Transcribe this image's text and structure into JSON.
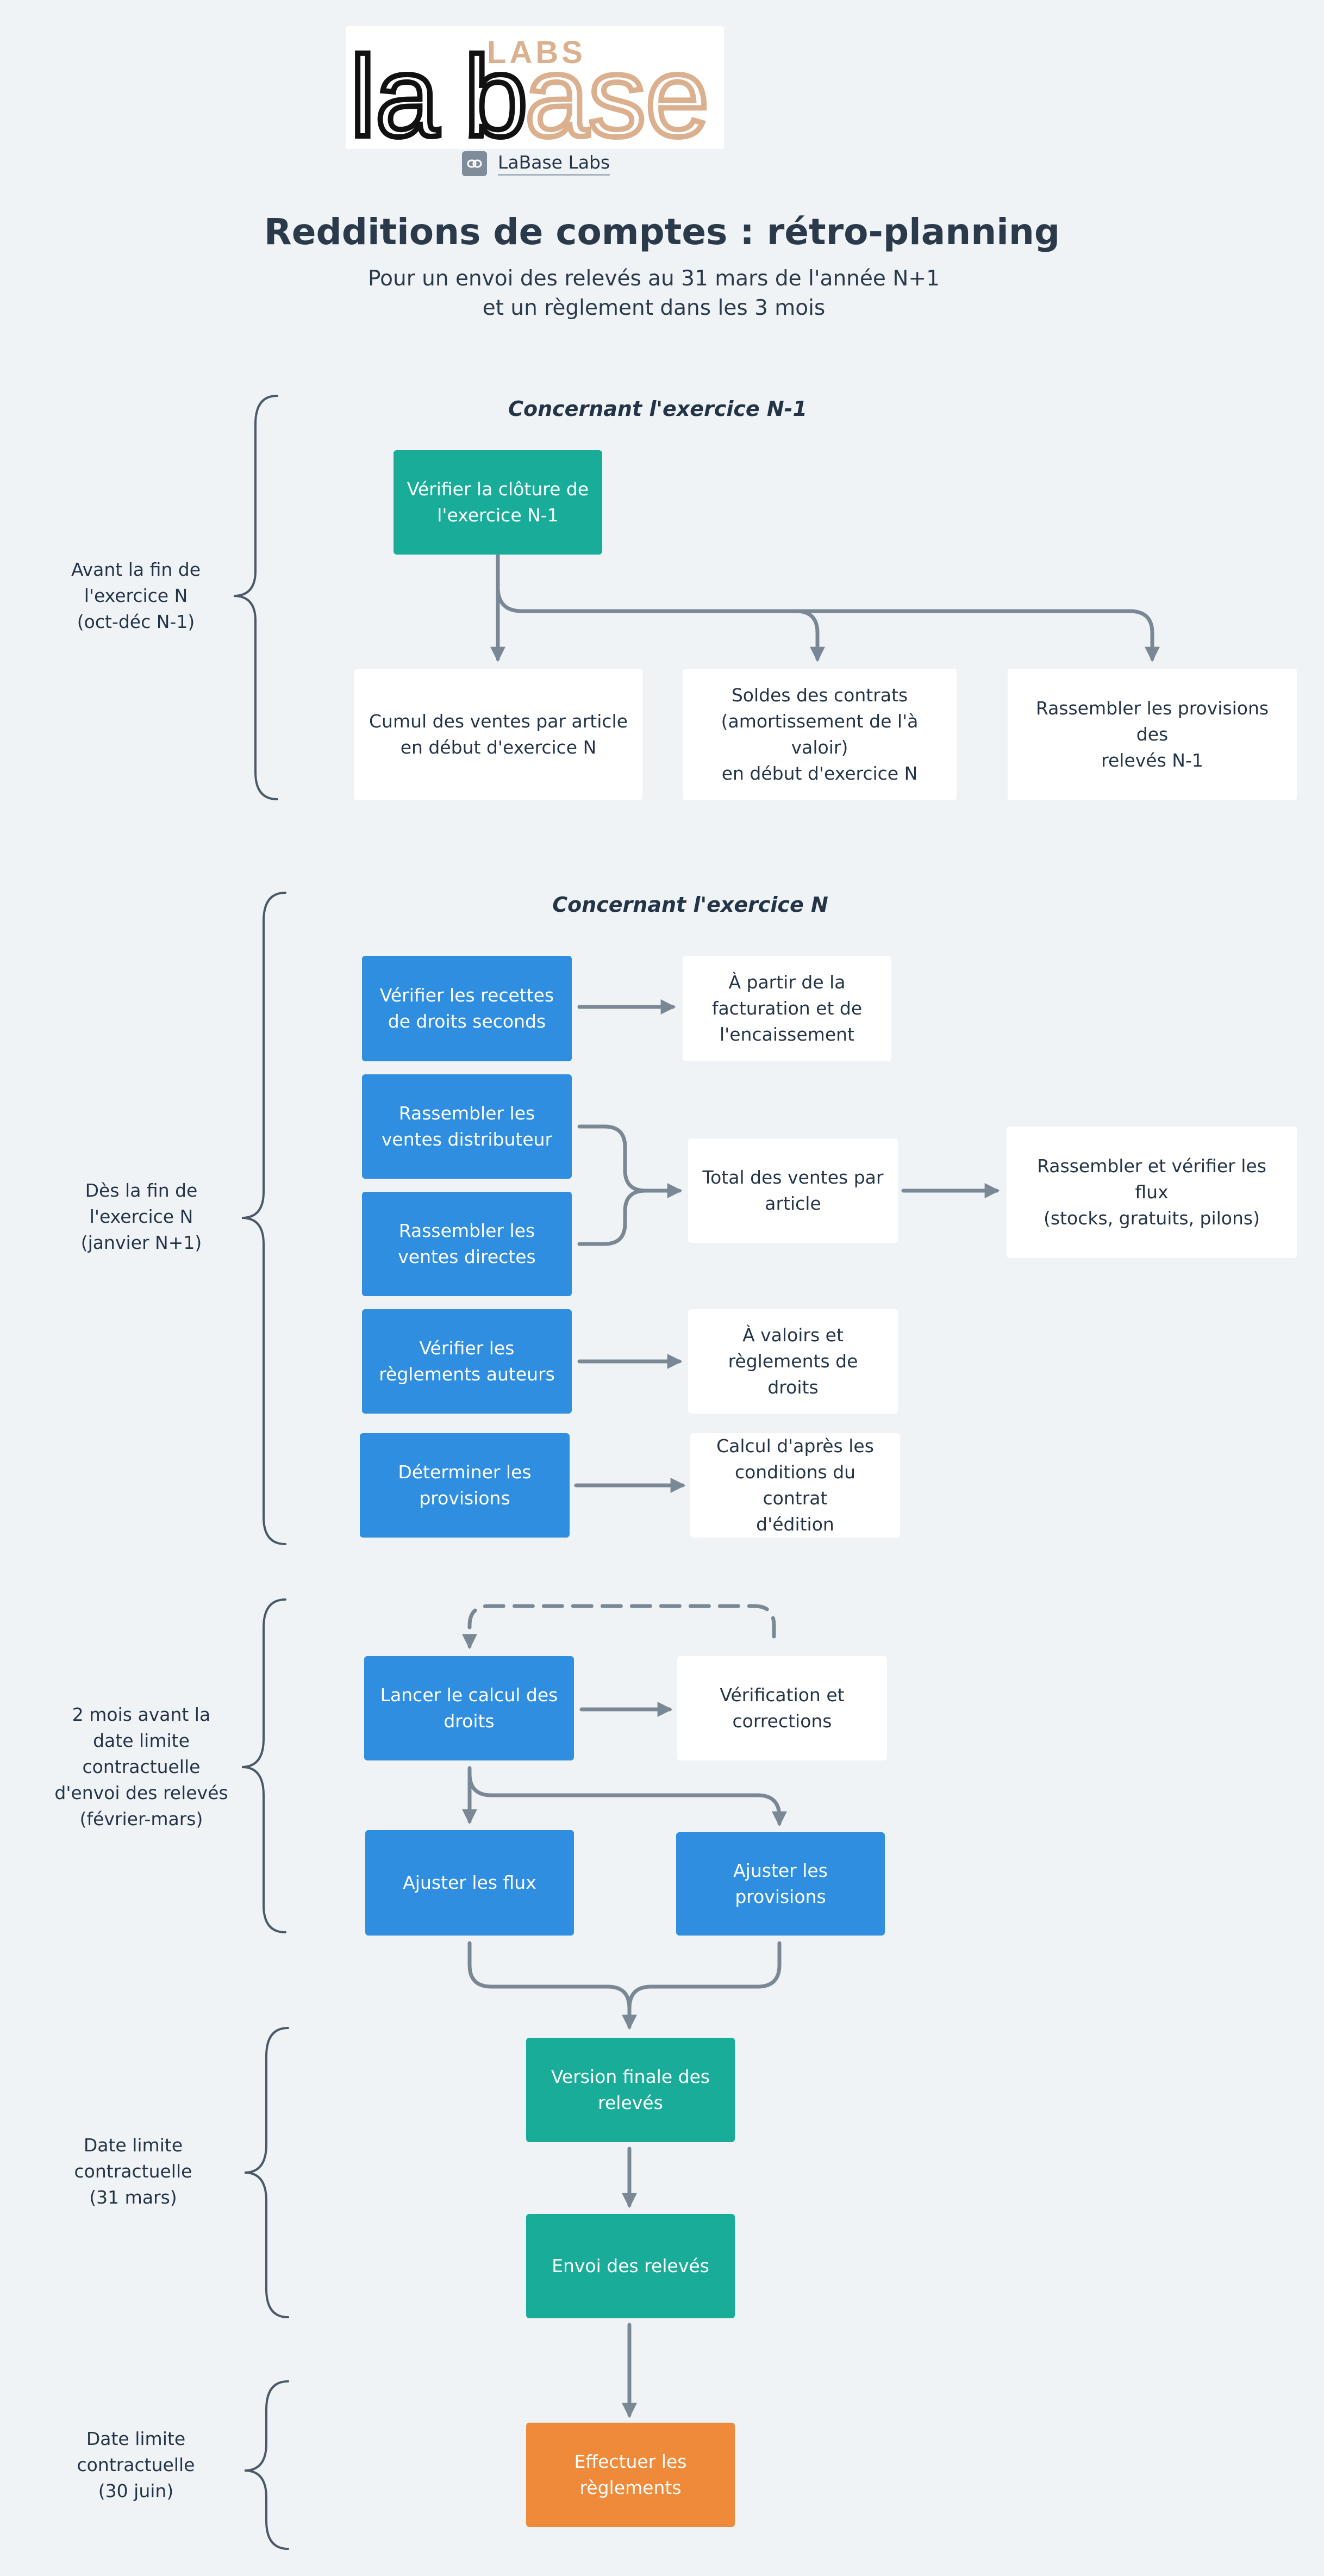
{
  "logo": {
    "labs_word": "LABS",
    "la_word": "la",
    "b_letter": "b",
    "ase_word": "ase",
    "link_icon": "link-icon",
    "link_text": "LaBase Labs"
  },
  "title": "Redditions de comptes : rétro-planning",
  "subtitle": [
    "Pour un envoi des relevés au 31 mars de l'année N+1",
    "et un règlement dans les 3 mois"
  ],
  "colors": {
    "teal": "#19ad99",
    "blue": "#2f8ee0",
    "orange": "#ee8a3a",
    "connector": "#7a8896",
    "logo_tan": "#dbb08f"
  },
  "phases": [
    {
      "label": [
        "Avant la fin de",
        "l'exercice N",
        "(oct-déc N-1)"
      ]
    },
    {
      "label": [
        "Dès la fin de",
        "l'exercice N",
        "(janvier N+1)"
      ]
    },
    {
      "label": [
        "2 mois avant la",
        "date limite",
        "contractuelle",
        "d'envoi des relevés",
        "(février-mars)"
      ]
    },
    {
      "label": [
        "Date limite",
        "contractuelle",
        "(31 mars)"
      ]
    },
    {
      "label": [
        "Date limite",
        "contractuelle",
        "(30 juin)"
      ]
    }
  ],
  "sections": {
    "n_minus_1": "Concernant l'exercice N-1",
    "n": "Concernant l'exercice N"
  },
  "boxes": {
    "verifier_cloture": [
      "Vérifier la clôture de",
      "l'exercice N-1"
    ],
    "cumul_ventes": [
      "Cumul des ventes par article",
      "en début d'exercice N"
    ],
    "soldes_contrats": [
      "Soldes des contrats",
      "(amortissement de l'à valoir)",
      "en début d'exercice N"
    ],
    "rassembler_provisions_n1": [
      "Rassembler les provisions des",
      "relevés N-1"
    ],
    "verifier_recettes": [
      "Vérifier les recettes",
      "de droits seconds"
    ],
    "a_partir_facturation": [
      "À partir de la",
      "facturation et de",
      "l'encaissement"
    ],
    "rassembler_ventes_distributeur": [
      "Rassembler les",
      "ventes distributeur"
    ],
    "rassembler_ventes_directes": [
      "Rassembler les",
      "ventes directes"
    ],
    "total_ventes": [
      "Total des ventes par",
      "article"
    ],
    "rassembler_flux": [
      "Rassembler et vérifier les flux",
      "(stocks, gratuits, pilons)"
    ],
    "verifier_reglements": [
      "Vérifier les",
      "règlements auteurs"
    ],
    "a_valoirs": [
      "À valoirs et",
      "règlements de droits"
    ],
    "determiner_provisions": [
      "Déterminer les",
      "provisions"
    ],
    "calcul_conditions": [
      "Calcul d'après les",
      "conditions du contrat",
      "d'édition"
    ],
    "lancer_calcul": [
      "Lancer le calcul des",
      "droits"
    ],
    "verification_corrections": [
      "Vérification et",
      "corrections"
    ],
    "ajuster_flux": [
      "Ajuster les flux"
    ],
    "ajuster_provisions": [
      "Ajuster les",
      "provisions"
    ],
    "version_finale": [
      "Version finale des",
      "relevés"
    ],
    "envoi_releves": [
      "Envoi des relevés"
    ],
    "effectuer_reglements": [
      "Effectuer les",
      "règlements"
    ]
  }
}
